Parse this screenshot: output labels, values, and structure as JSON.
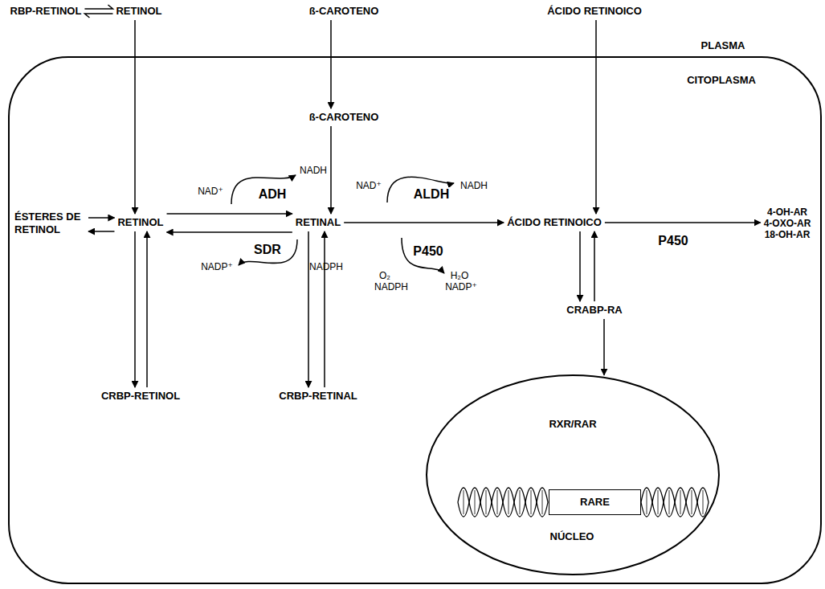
{
  "diagram": {
    "nodes": [
      {
        "text": [
          "RBP-RETINOL"
        ]
      },
      {
        "text": [
          "RETINOL"
        ]
      },
      {
        "text": [
          "ß-CAROTENO"
        ]
      },
      {
        "text": [
          "ÁCIDO RETINOICO"
        ]
      },
      {
        "text": [
          "CITOPLASMA"
        ]
      },
      {
        "text": [
          "ß-CAROTENO"
        ],
        "in": 4
      },
      {
        "text": [
          "ÉSTERES DE RETINOL"
        ],
        "in": 4
      },
      {
        "text": [
          "RETINOL"
        ],
        "in": 4
      },
      {
        "text": [
          "RETINAL"
        ],
        "in": 4
      },
      {
        "text": [
          "ÁCIDO RETINOICO"
        ],
        "in": 4
      },
      {
        "text": [
          "4-OH-AR",
          "4-OXO-AR",
          "18-OH-AR"
        ],
        "in": 4
      },
      {
        "text": [
          "CRBP-RETINOL"
        ],
        "in": 4
      },
      {
        "text": [
          "CRBP-RETINAL"
        ],
        "in": 4
      },
      {
        "text": [
          "CRABP-RA"
        ],
        "in": 4
      },
      {
        "text": [
          "RXR/RAR",
          "NÚCLEO"
        ],
        "in": 4
      },
      {
        "text": [
          "RARE"
        ],
        "in": 14
      }
    ],
    "edges": [
      {
        "from": 0,
        "to": 1,
        "arrow": "both"
      },
      {
        "from": 1,
        "to": 7,
        "arrow": "to"
      },
      {
        "from": 2,
        "to": 5,
        "arrow": "to"
      },
      {
        "from": 3,
        "to": 9,
        "arrow": "to"
      },
      {
        "from": 5,
        "to": 8,
        "arrow": "to"
      },
      {
        "from": 6,
        "to": 7,
        "arrow": "to"
      },
      {
        "from": 7,
        "to": 6,
        "arrow": "to"
      },
      {
        "from": 7,
        "to": 8,
        "label": "ADH",
        "arrow": "to"
      },
      {
        "from": 8,
        "to": 7,
        "label": "SDR",
        "arrow": "to"
      },
      {
        "from": 7,
        "to": 11,
        "arrow": "to"
      },
      {
        "from": 11,
        "to": 7,
        "arrow": "to"
      },
      {
        "from": 8,
        "to": 12,
        "arrow": "to"
      },
      {
        "from": 12,
        "to": 8,
        "arrow": "to"
      },
      {
        "from": 8,
        "to": 9,
        "label": "ALDH",
        "arrow": "to"
      },
      {
        "from": 9,
        "to": 10,
        "label": "P450",
        "arrow": "to"
      },
      {
        "from": 9,
        "to": 13,
        "arrow": "to"
      },
      {
        "from": 13,
        "to": 9,
        "arrow": "to"
      },
      {
        "from": 13,
        "to": 14,
        "arrow": "to"
      }
    ],
    "labels": [
      "PLASMA",
      "NAD⁺",
      "NADH",
      "NADP⁺",
      "NADPH",
      "NAD⁺",
      "NADH",
      "P450",
      "O₂",
      "NADPH",
      "H₂O",
      "NADP⁺"
    ]
  }
}
